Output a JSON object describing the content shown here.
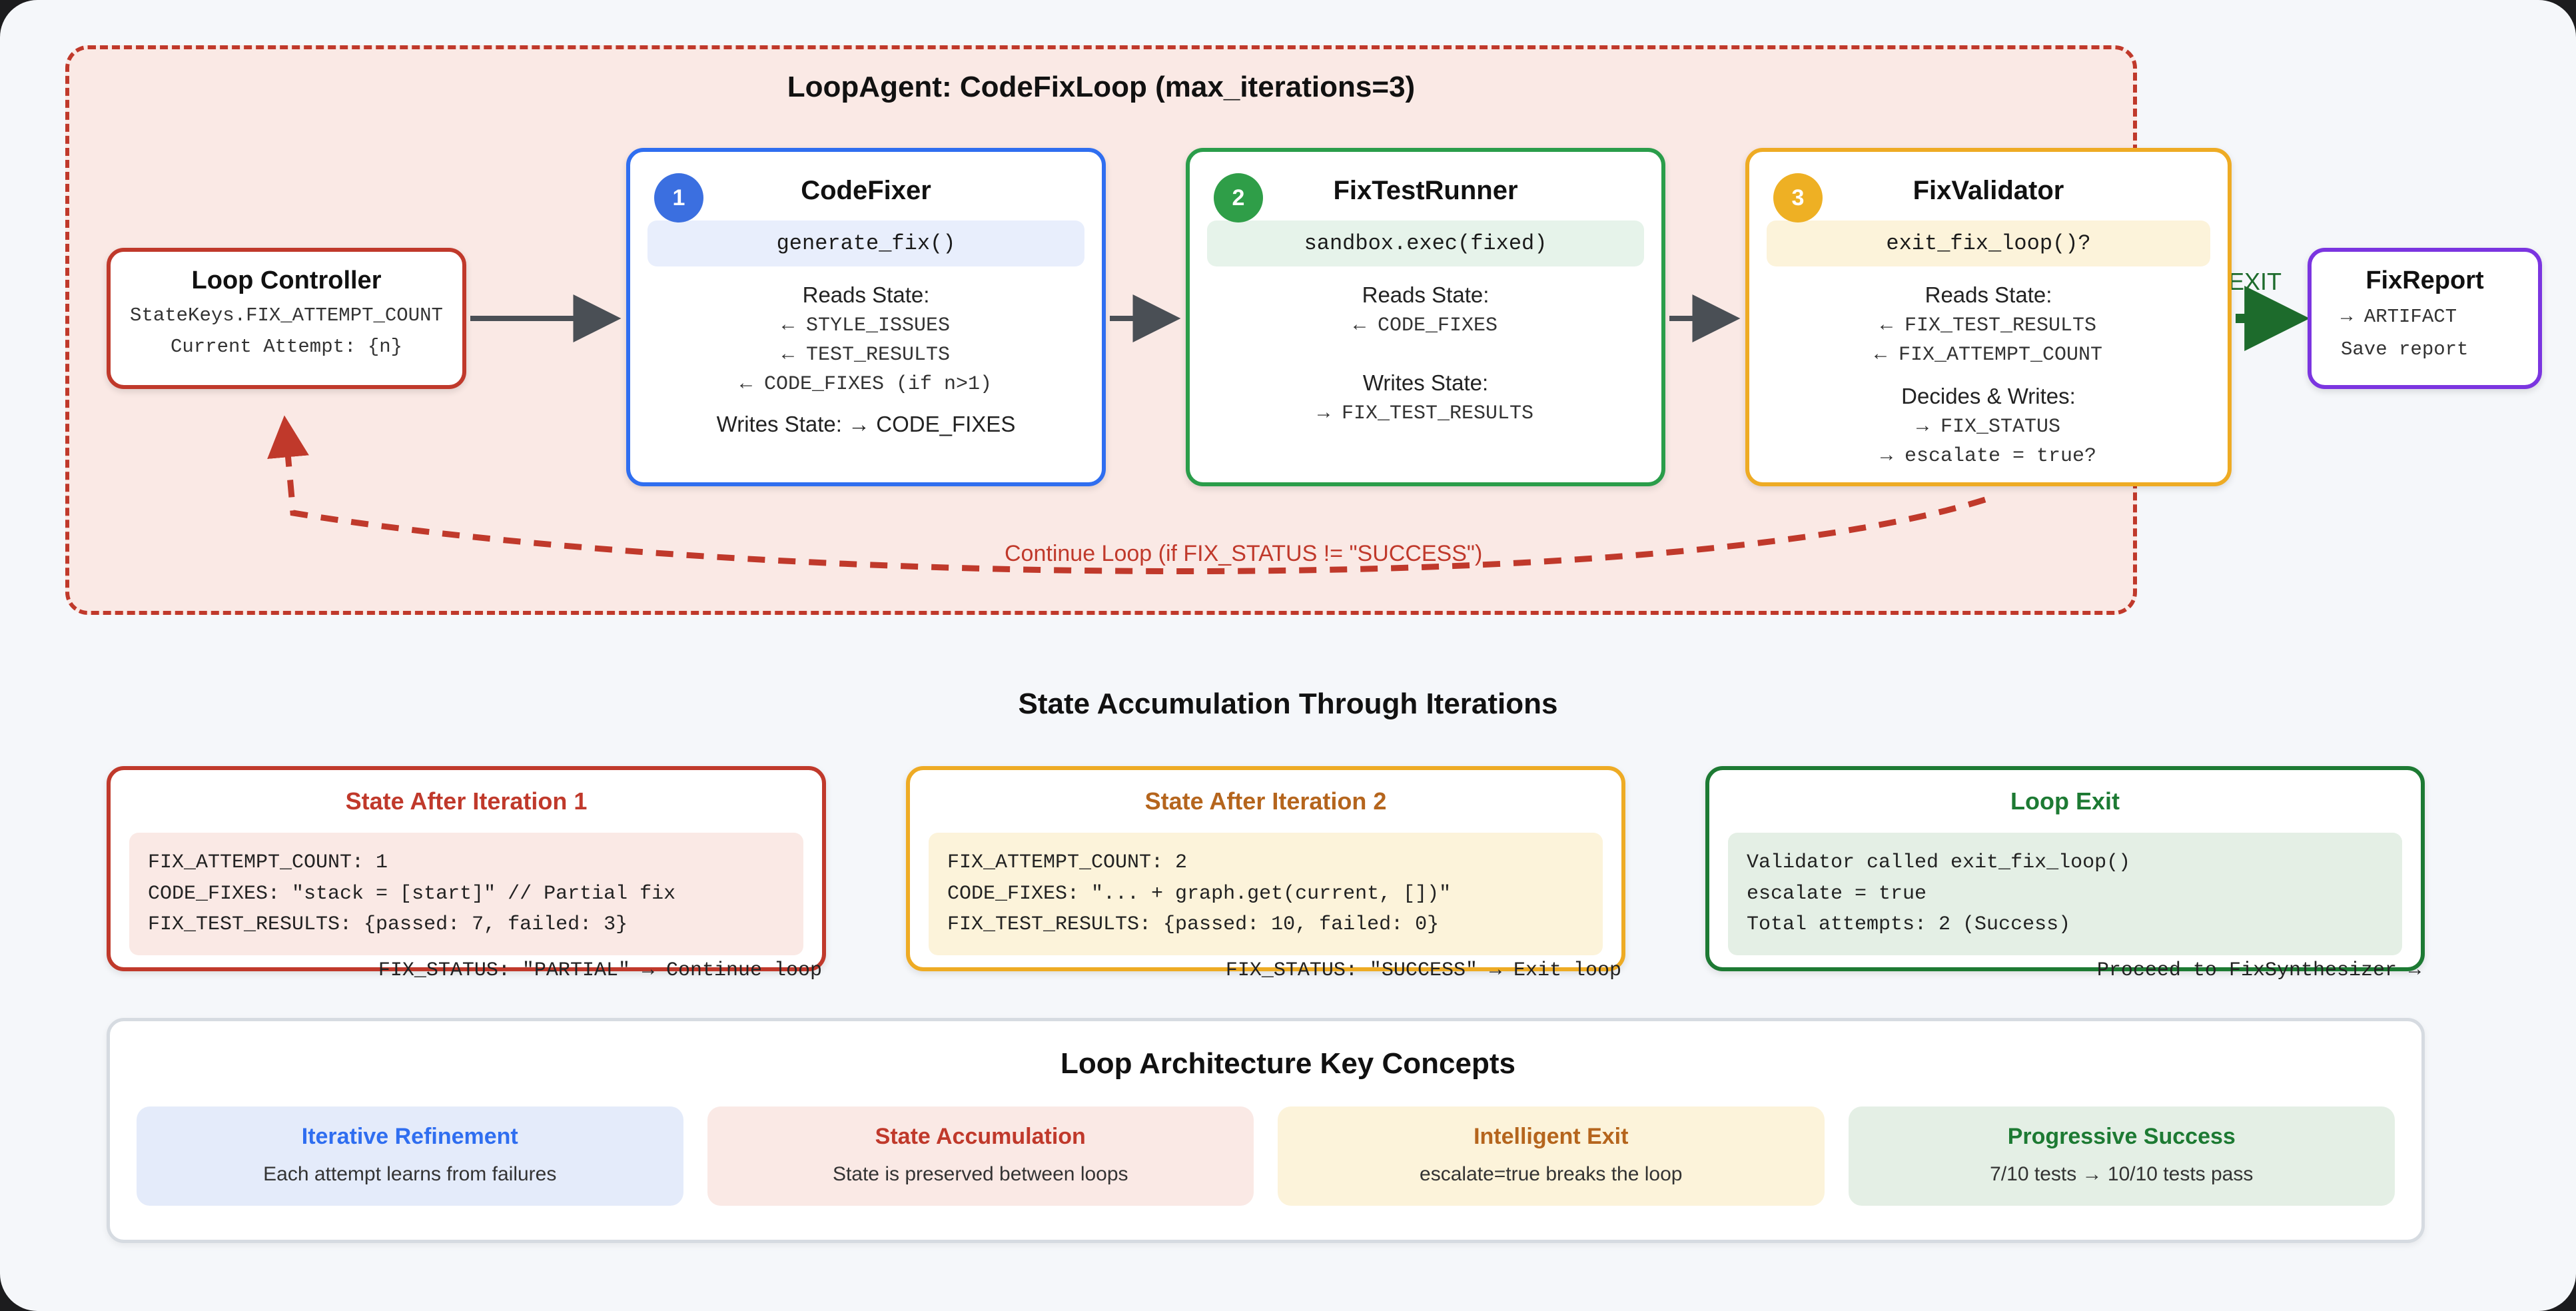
{
  "loop": {
    "title": "LoopAgent: CodeFixLoop (max_iterations=3)",
    "continue_label": "Continue Loop (if FIX_STATUS != \"SUCCESS\")",
    "exit_label": "EXIT"
  },
  "loop_controller": {
    "title": "Loop Controller",
    "line1": "StateKeys.FIX_ATTEMPT_COUNT",
    "line2": "Current Attempt: {n}"
  },
  "nodes": [
    {
      "badge": "1",
      "title": "CodeFixer",
      "chip": "generate_fix()",
      "reads_label": "Reads State:",
      "reads": [
        "← STYLE_ISSUES",
        "← TEST_RESULTS",
        "← CODE_FIXES (if n>1)"
      ],
      "writes_label": "Writes State: → CODE_FIXES",
      "writes": [],
      "color": "#2f6ef0"
    },
    {
      "badge": "2",
      "title": "FixTestRunner",
      "chip": "sandbox.exec(fixed)",
      "reads_label": "Reads State:",
      "reads": [
        "← CODE_FIXES"
      ],
      "writes_label": "Writes State:",
      "writes": [
        "→ FIX_TEST_RESULTS"
      ],
      "color": "#2a9d4a"
    },
    {
      "badge": "3",
      "title": "FixValidator",
      "chip": "exit_fix_loop()?",
      "reads_label": "Reads State:",
      "reads": [
        "← FIX_TEST_RESULTS",
        "← FIX_ATTEMPT_COUNT"
      ],
      "writes_label": "Decides & Writes:",
      "writes": [
        "→ FIX_STATUS",
        "→ escalate = true?"
      ],
      "color": "#eeab24"
    }
  ],
  "fix_report": {
    "title": "FixReport",
    "line1": "→ ARTIFACT",
    "line2": "Save report"
  },
  "state_section": {
    "heading": "State Accumulation Through Iterations",
    "cards": [
      {
        "title": "State After Iteration 1",
        "lines": [
          "FIX_ATTEMPT_COUNT: 1",
          "CODE_FIXES: \"stack = [start]\" // Partial fix",
          "FIX_TEST_RESULTS: {passed: 7, failed: 3}"
        ],
        "footer": "FIX_STATUS: \"PARTIAL\" → Continue loop",
        "accent": "#c0392b"
      },
      {
        "title": "State After Iteration 2",
        "lines": [
          "FIX_ATTEMPT_COUNT: 2",
          "CODE_FIXES: \"... + graph.get(current, [])\"",
          "FIX_TEST_RESULTS: {passed: 10, failed: 0}"
        ],
        "footer": "FIX_STATUS: \"SUCCESS\" → Exit loop",
        "accent": "#eeab24"
      },
      {
        "title": "Loop Exit",
        "lines": [
          "Validator called exit_fix_loop()",
          "escalate = true",
          "Total attempts: 2 (Success)"
        ],
        "footer": "Proceed to FixSynthesizer →",
        "accent": "#1d7a33"
      }
    ]
  },
  "concepts_section": {
    "heading": "Loop Architecture Key Concepts",
    "items": [
      {
        "title": "Iterative Refinement",
        "sub": "Each attempt learns from failures"
      },
      {
        "title": "State Accumulation",
        "sub": "State is preserved between loops"
      },
      {
        "title": "Intelligent Exit",
        "sub": "escalate=true breaks the loop"
      },
      {
        "title": "Progressive Success",
        "sub": "7/10 tests → 10/10 tests pass"
      }
    ]
  },
  "colors": {
    "loop_border": "#c0392b",
    "loop_fill": "#fae9e5",
    "blue": "#2f6ef0",
    "green": "#2a9d4a",
    "yellow": "#eeab24",
    "purple": "#7b35e0",
    "exit_green": "#1d6b2c",
    "page_bg": "#f5f7fa"
  }
}
